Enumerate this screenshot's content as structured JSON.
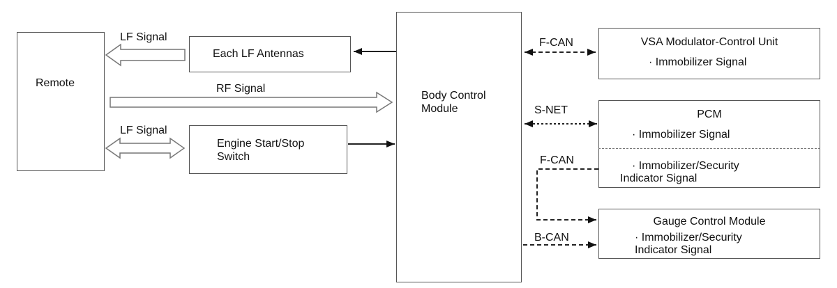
{
  "remote": {
    "label": "Remote"
  },
  "lf_antennas": {
    "label": "Each LF Antennas"
  },
  "start_switch": {
    "line1": "Engine Start/Stop",
    "line2": "Switch"
  },
  "bcm": {
    "line1": "Body Control",
    "line2": "Module"
  },
  "vsa": {
    "title": "VSA Modulator-Control Unit",
    "signal": "· Immobilizer Signal"
  },
  "pcm": {
    "title": "PCM",
    "signal1": "· Immobilizer Signal",
    "signal2_line1": "· Immobilizer/Security",
    "signal2_line2": "Indicator Signal"
  },
  "gauge": {
    "title": "Gauge Control Module",
    "signal_line1": "· Immobilizer/Security",
    "signal_line2": "Indicator Signal"
  },
  "connections": {
    "lf_signal_top": "LF Signal",
    "rf_signal": "RF Signal",
    "lf_signal_bottom": "LF Signal",
    "fcan_vsa": "F-CAN",
    "snet": "S-NET",
    "fcan_gauge": "F-CAN",
    "bcan": "B-CAN"
  },
  "colors": {
    "line": "#222222",
    "box_border": "#555555",
    "hollow_arrow": "#777777"
  }
}
